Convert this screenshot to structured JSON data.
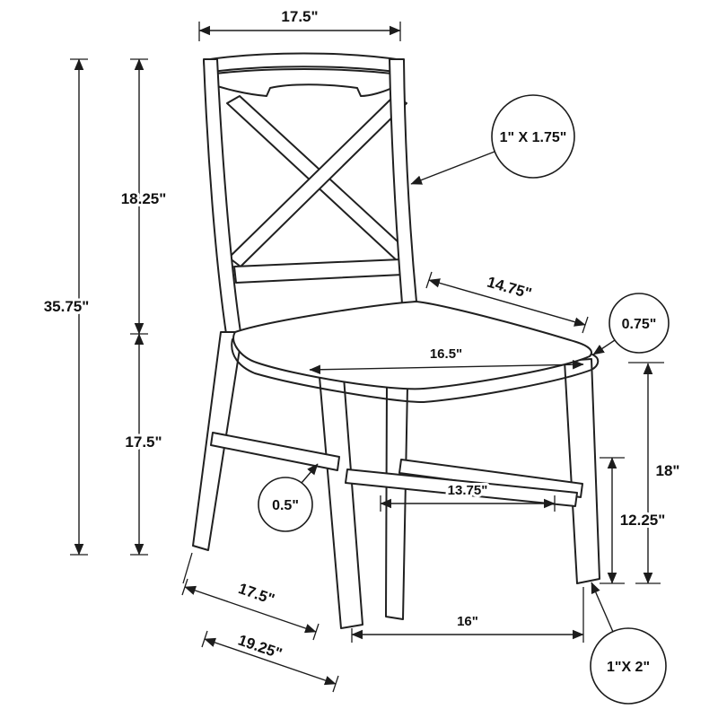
{
  "diagram": {
    "type": "furniture-dimension-drawing",
    "subject": "cross-back dining chair with dimension callouts",
    "colors": {
      "line": "#202020",
      "background": "#ffffff",
      "label_text": "#111111"
    },
    "labels": {
      "top_width": "17.5\"",
      "back_height": "18.25\"",
      "overall_height": "35.75\"",
      "seat_height_left": "17.5\"",
      "back_frame_section": "1\" X 1.75\"",
      "seat_depth": "14.75\"",
      "seat_edge_thickness": "0.75\"",
      "seat_width": "16.5\"",
      "seat_height_right": "18\"",
      "stretcher_height": "12.25\"",
      "stretcher_span": "13.75\"",
      "stretcher_thickness": "0.5\"",
      "leg_depth_span": "17.5\"",
      "overall_depth": "19.25\"",
      "front_leg_span": "16\"",
      "leg_section": "1\"X 2\""
    }
  }
}
